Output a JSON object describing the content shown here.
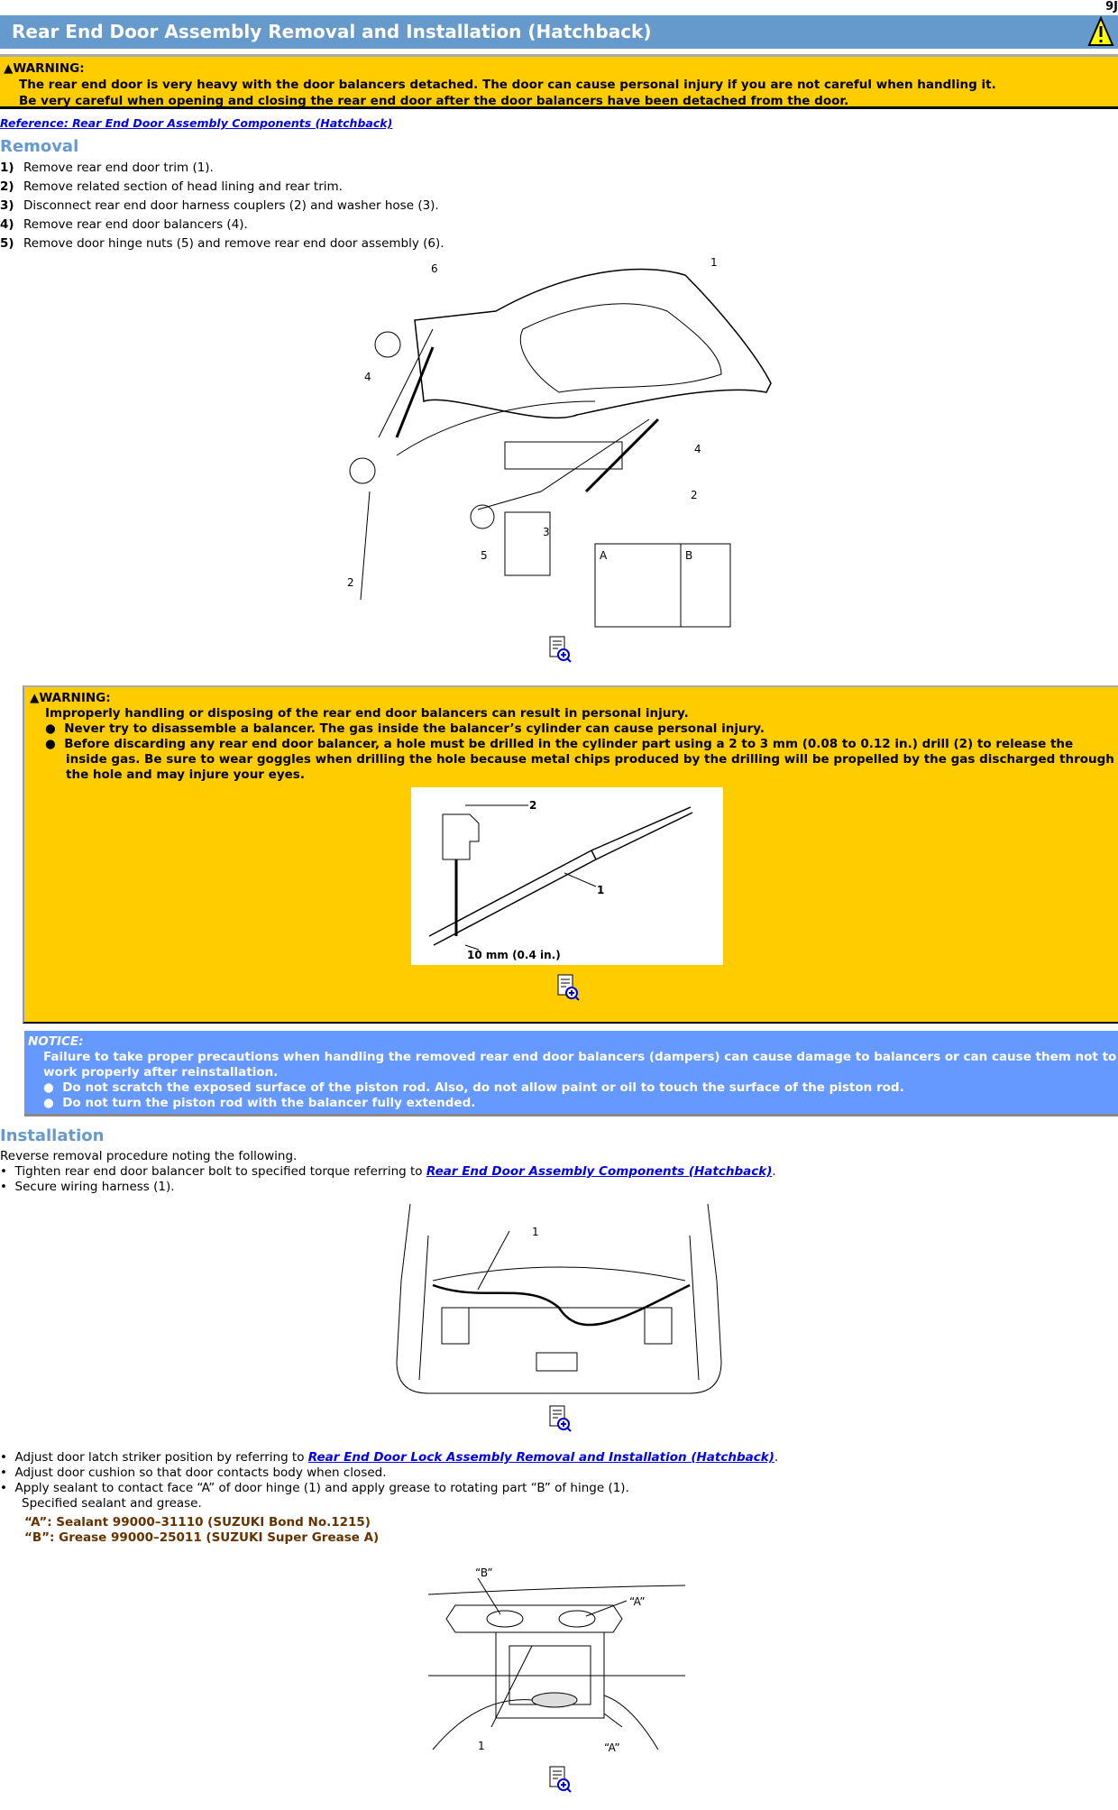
{
  "page_number": "9J",
  "header": {
    "title": "Rear End Door Assembly Removal and Installation (Hatchback)",
    "icon": "warning-triangle-icon"
  },
  "warning1": {
    "label": "WARNING:",
    "lines": [
      "The rear end door is very heavy with the door balancers detached. The door can cause personal injury if you are not careful when handling it.",
      "Be very careful when opening and closing the rear end door after the door balancers have been detached from the door."
    ]
  },
  "reference_link": "Reference: Rear End Door Assembly Components (Hatchback)",
  "removal": {
    "heading": "Removal",
    "steps": [
      {
        "num": "1)",
        "text": "Remove rear end door trim (1)."
      },
      {
        "num": "2)",
        "text": "Remove related section of head lining and rear trim."
      },
      {
        "num": "3)",
        "text": "Disconnect rear end door harness couplers (2) and washer hose (3)."
      },
      {
        "num": "4)",
        "text": "Remove rear end door balancers (4)."
      },
      {
        "num": "5)",
        "text": "Remove door hinge nuts (5) and remove rear end door assembly (6)."
      }
    ],
    "figure_labels": [
      "6",
      "1",
      "4",
      "4",
      "2",
      "2",
      "5",
      "3",
      "A",
      "B"
    ]
  },
  "warning2": {
    "label": "WARNING:",
    "intro": "Improperly handling or disposing of the rear end door balancers can result in personal injury.",
    "bullets": [
      "Never try to disassemble a balancer. The gas inside the balancer’s cylinder can cause personal injury.",
      "Before discarding any rear end door balancer, a hole must be drilled in the cylinder part using a 2 to 3 mm (0.08 to 0.12 in.) drill (2) to release the inside gas. Be sure to wear goggles when drilling the hole because metal chips produced by the drilling will be propelled by the gas discharged through the hole and may injure your eyes."
    ],
    "figure_labels": {
      "drill": "2",
      "balancer": "1",
      "dimension": "10 mm (0.4 in.)"
    }
  },
  "notice": {
    "label": "NOTICE:",
    "intro": "Failure to take proper precautions when handling the removed rear end door balancers (dampers) can cause damage to balancers or can cause them not to work properly after reinstallation.",
    "bullets": [
      "Do not scratch the exposed surface of the piston rod. Also, do not allow paint or oil to touch the surface of the piston rod.",
      "Do not turn the piston rod with the balancer fully extended."
    ]
  },
  "installation": {
    "heading": "Installation",
    "intro": "Reverse removal procedure noting the following.",
    "bullet1_text": "Tighten rear end door balancer bolt to specified torque referring to ",
    "bullet1_link": "Rear End Door Assembly Components (Hatchback)",
    "bullet1_end": ".",
    "bullet2": "Secure wiring harness (1).",
    "figure2_label": "1",
    "bullet3_text": "Adjust door latch striker position by referring to ",
    "bullet3_link": "Rear End Door Lock Assembly Removal and Installation (Hatchback)",
    "bullet3_end": ".",
    "bullet4": "Adjust door cushion so that door contacts body when closed.",
    "bullet5": "Apply sealant to contact face “A” of door hinge (1) and apply grease to rotating part “B” of hinge (1).",
    "specified": "Specified sealant and grease.",
    "sealant_a": "“A”: Sealant 99000–31110 (SUZUKI Bond No.1215)",
    "grease_b": "“B”: Grease 99000–25011 (SUZUKI Super Grease A)",
    "figure3_labels": {
      "b": "“B”",
      "a1": "“A”",
      "one": "1",
      "a2": "“A”"
    }
  },
  "colors": {
    "header": "#6699cc",
    "warning": "#ffcc00",
    "notice": "#6699ff",
    "sealant_text": "#663300"
  }
}
